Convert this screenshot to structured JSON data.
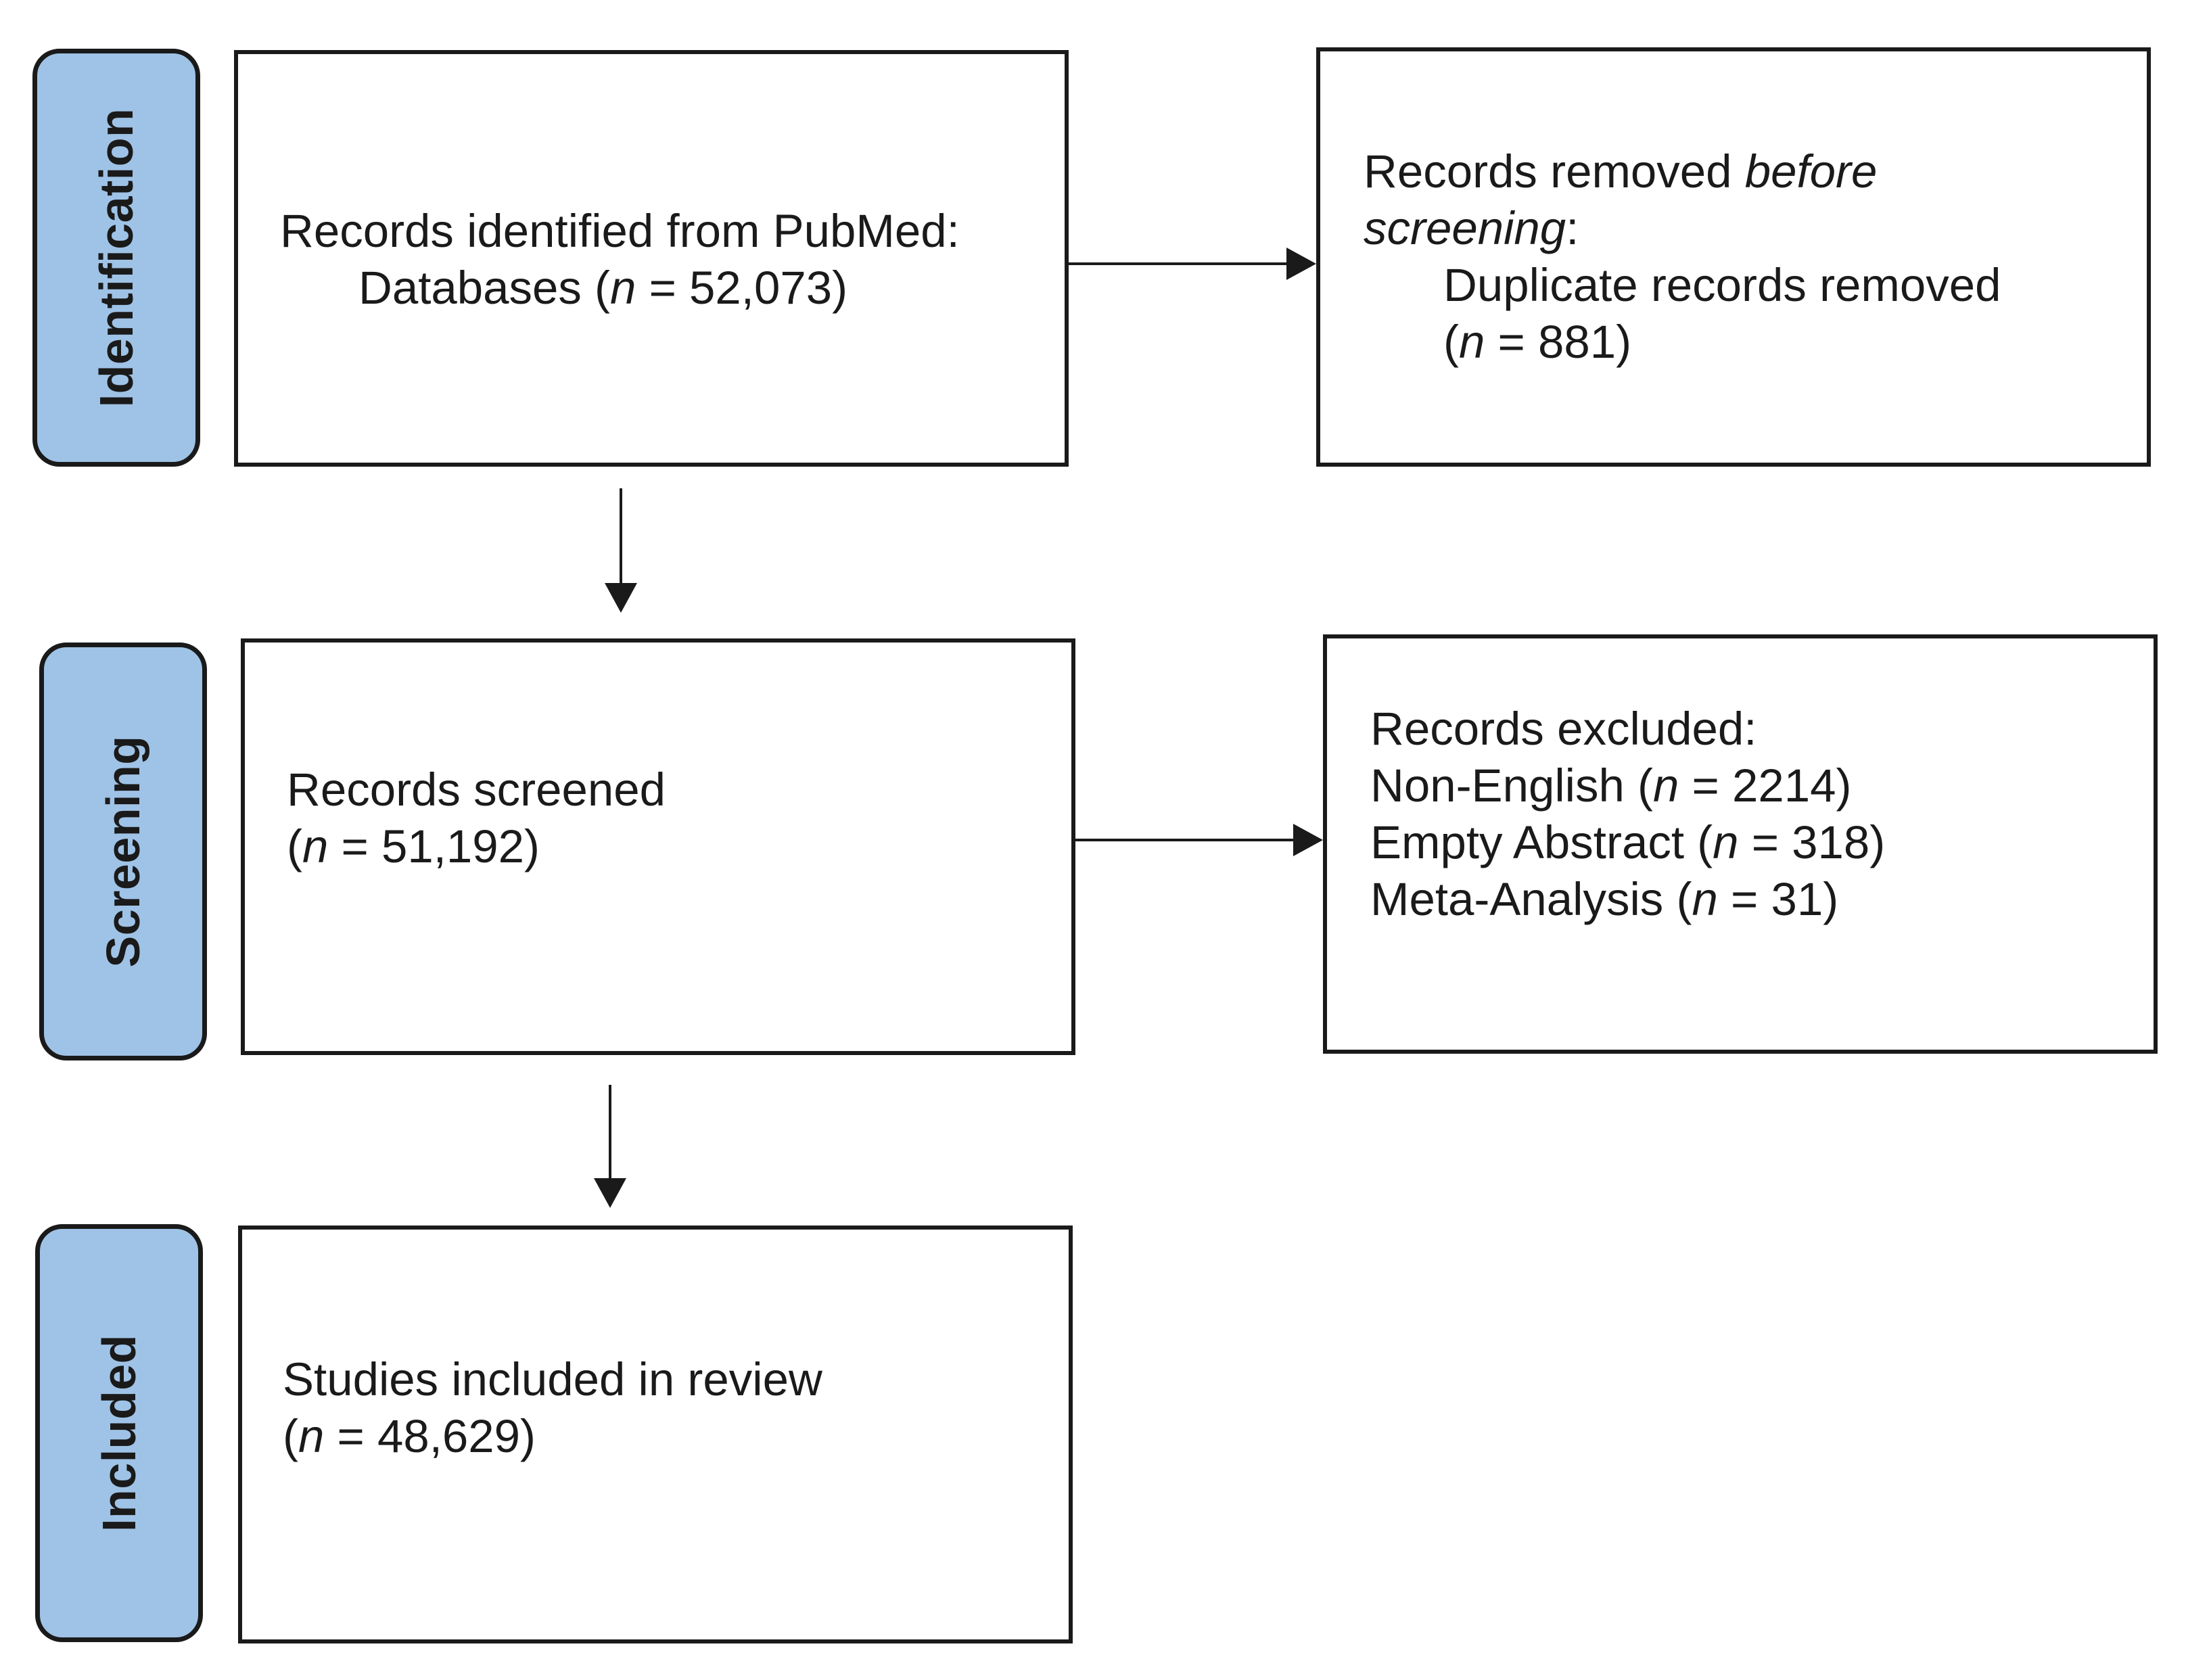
{
  "stages": {
    "identification": "Identification",
    "screening": "Screening",
    "included": "Included"
  },
  "identified": {
    "line1": "Records identified from PubMed:",
    "line2_prefix": "Databases (",
    "n_symbol": "n",
    "line2_suffix": " = 52,073)"
  },
  "removed": {
    "line1_prefix": "Records removed ",
    "line1_italic": "before",
    "line2_italic": "screening",
    "line2_suffix": ":",
    "line3": "Duplicate records removed",
    "line4_prefix": "(",
    "n_symbol": "n",
    "line4_suffix": " = 881)"
  },
  "screened": {
    "line1": "Records screened",
    "line2_prefix": "(",
    "n_symbol": "n",
    "line2_suffix": " = 51,192)"
  },
  "excluded": {
    "heading": "Records excluded:",
    "items": [
      {
        "prefix": "Non-English (",
        "n_symbol": "n",
        "suffix": " = 2214)"
      },
      {
        "prefix": "Empty Abstract (",
        "n_symbol": "n",
        "suffix": " = 318)"
      },
      {
        "prefix": "Meta-Analysis (",
        "n_symbol": "n",
        "suffix": " = 31)"
      }
    ]
  },
  "included_box": {
    "line1": "Studies included in review",
    "line2_prefix": "(",
    "n_symbol": "n",
    "line2_suffix": " = 48,629)"
  },
  "colors": {
    "stage_fill": "#9fc3e6",
    "stroke": "#1a1a1a"
  }
}
